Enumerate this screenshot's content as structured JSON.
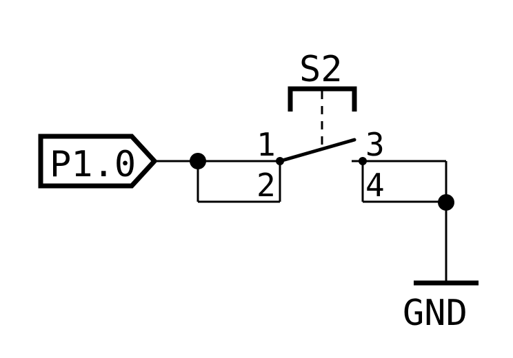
{
  "schematic": {
    "net_label": "P1.0",
    "switch": {
      "designator": "S2",
      "pins": {
        "p1": "1",
        "p2": "2",
        "p3": "3",
        "p4": "4"
      }
    },
    "ground_label": "GND"
  }
}
